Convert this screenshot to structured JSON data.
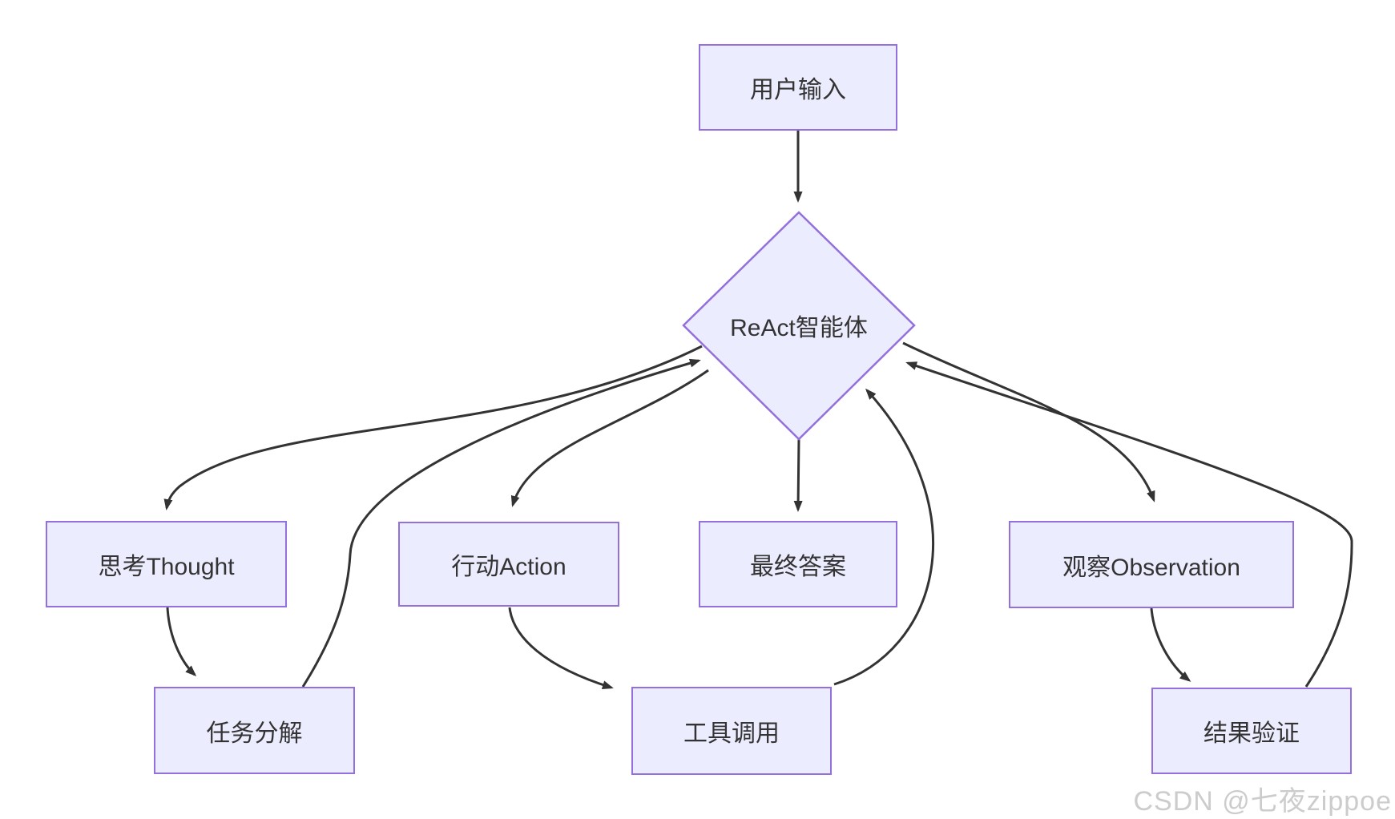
{
  "diagram": {
    "type": "flowchart",
    "direction": "top-down",
    "nodes": [
      {
        "id": "user_input",
        "label": "用户输入",
        "shape": "rect"
      },
      {
        "id": "react_agent",
        "label": "ReAct智能体",
        "shape": "diamond"
      },
      {
        "id": "thought",
        "label": "思考Thought",
        "shape": "rect"
      },
      {
        "id": "action",
        "label": "行动Action",
        "shape": "rect"
      },
      {
        "id": "final_answer",
        "label": "最终答案",
        "shape": "rect"
      },
      {
        "id": "observation",
        "label": "观察Observation",
        "shape": "rect"
      },
      {
        "id": "task_decompose",
        "label": "任务分解",
        "shape": "rect"
      },
      {
        "id": "tool_call",
        "label": "工具调用",
        "shape": "rect"
      },
      {
        "id": "result_verify",
        "label": "结果验证",
        "shape": "rect"
      }
    ],
    "edges": [
      {
        "from": "user_input",
        "to": "react_agent"
      },
      {
        "from": "react_agent",
        "to": "thought"
      },
      {
        "from": "thought",
        "to": "task_decompose"
      },
      {
        "from": "task_decompose",
        "to": "react_agent"
      },
      {
        "from": "react_agent",
        "to": "action"
      },
      {
        "from": "action",
        "to": "tool_call"
      },
      {
        "from": "tool_call",
        "to": "react_agent"
      },
      {
        "from": "react_agent",
        "to": "final_answer"
      },
      {
        "from": "react_agent",
        "to": "observation"
      },
      {
        "from": "observation",
        "to": "result_verify"
      },
      {
        "from": "result_verify",
        "to": "react_agent"
      }
    ],
    "colors": {
      "node_fill": "#ECECFF",
      "node_border": "#9370DB",
      "edge_line": "#333333",
      "label_text": "#333333",
      "watermark_text": "#CCCCCC"
    }
  },
  "watermark": {
    "text": "CSDN @七夜zippoe"
  }
}
